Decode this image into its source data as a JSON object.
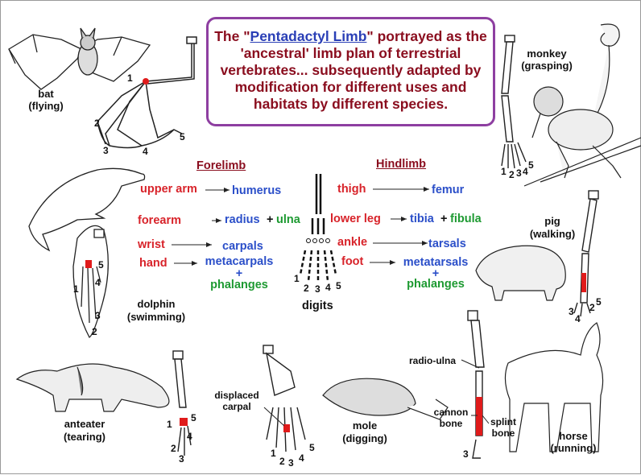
{
  "title": {
    "pre": "The \"",
    "link": "Pentadactyl Limb",
    "post": "\" portrayed as the 'ancestral' limb plan of terrestrial vertebrates... subsequently adapted by modification for different uses and habitats by different species."
  },
  "headings": {
    "forelimb": "Forelimb",
    "hindlimb": "Hindlimb"
  },
  "forelimb": {
    "upper_arm": "upper arm",
    "humerus": "humerus",
    "forearm": "forearm",
    "radius": "radius",
    "plus1": "+",
    "ulna": "ulna",
    "wrist": "wrist",
    "carpals": "carpals",
    "hand": "hand",
    "metacarpals": "metacarpals",
    "plus2": "+",
    "phalanges": "phalanges"
  },
  "hindlimb": {
    "thigh": "thigh",
    "femur": "femur",
    "lower_leg": "lower leg",
    "tibia": "tibia",
    "plus1": "+",
    "fibula": "fibula",
    "ankle": "ankle",
    "tarsals": "tarsals",
    "foot": "foot",
    "metatarsals": "metatarsals",
    "plus2": "+",
    "phalanges": "phalanges"
  },
  "digits": {
    "label": "digits",
    "n1": "1",
    "n2": "2",
    "n3": "3",
    "n4": "4",
    "n5": "5"
  },
  "animals": {
    "bat": {
      "name": "bat",
      "use": "(flying)"
    },
    "monkey": {
      "name": "monkey",
      "use": "(grasping)"
    },
    "pig": {
      "name": "pig",
      "use": "(walking)"
    },
    "dolphin": {
      "name": "dolphin",
      "use": "(swimming)"
    },
    "anteater": {
      "name": "anteater",
      "use": "(tearing)"
    },
    "mole": {
      "name": "mole",
      "use": "(digging)"
    },
    "horse": {
      "name": "horse",
      "use": "(running)"
    }
  },
  "annotations": {
    "displaced_1": "displaced",
    "displaced_2": "carpal",
    "radio_ulna": "radio-ulna",
    "cannon_1": "cannon",
    "cannon_2": "bone",
    "splint_1": "splint",
    "splint_2": "bone"
  },
  "digit_numbers": {
    "bat": [
      "1",
      "2",
      "3",
      "4",
      "5"
    ],
    "monkey": [
      "1",
      "2",
      "3",
      "4",
      "5"
    ],
    "dolphin": [
      "1",
      "2",
      "3",
      "4",
      "5"
    ],
    "pig": [
      "3",
      "4",
      "2",
      "5"
    ],
    "anteater": [
      "1",
      "2",
      "3",
      "4",
      "5"
    ],
    "mole": [
      "1",
      "2",
      "3",
      "4",
      "5"
    ],
    "horse": [
      "3"
    ]
  },
  "colors": {
    "title_text": "#8a0d1e",
    "title_border": "#8e3fa1",
    "link": "#2a3fb6",
    "red": "#d8232a",
    "blue": "#2b4fc9",
    "green": "#1e9a32",
    "bone_highlight": "#e01b1b"
  }
}
